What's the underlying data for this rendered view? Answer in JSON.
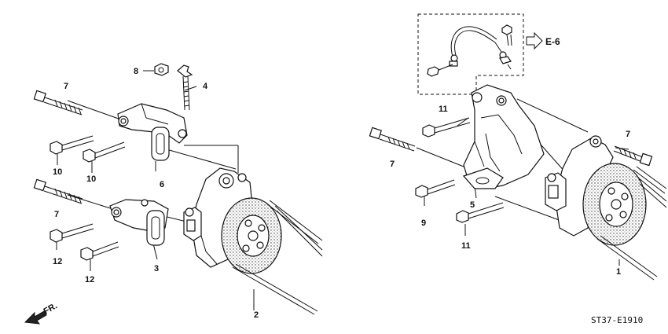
{
  "callouts": {
    "c1": "1",
    "c2": "2",
    "c3": "3",
    "c4": "4",
    "c5": "5",
    "c6": "6",
    "c7a": "7",
    "c7b": "7",
    "c7c": "7",
    "c7d": "7",
    "c8": "8",
    "c9": "9",
    "c10a": "10",
    "c10b": "10",
    "c11a": "11",
    "c11b": "11",
    "c12a": "12",
    "c12b": "12"
  },
  "reference": "E-6",
  "direction": "FR.",
  "diagram_code": "ST37-E1910"
}
